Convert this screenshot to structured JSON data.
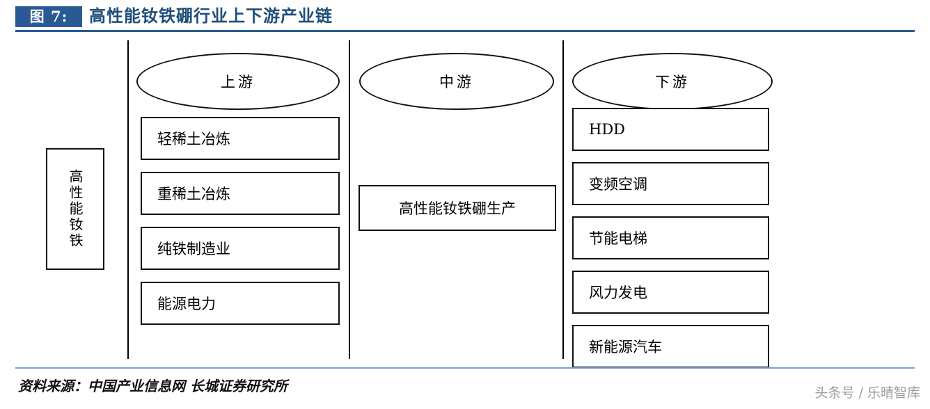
{
  "header": {
    "badge": "图 7:",
    "title": "高性能钕铁硼行业上下游产业链",
    "badge_color": "#2a5a93",
    "title_color": "#1f4e79"
  },
  "diagram": {
    "root_label": "高性能钕铁",
    "columns": [
      {
        "key": "upstream",
        "head": "上游",
        "items": [
          "轻稀土冶炼",
          "重稀土冶炼",
          "纯铁制造业",
          "能源电力"
        ]
      },
      {
        "key": "midstream",
        "head": "中游",
        "items": [
          "高性能钕铁硼生产"
        ]
      },
      {
        "key": "downstream",
        "head": "下游",
        "items": [
          "HDD",
          "变频空调",
          "节能电梯",
          "风力发电",
          "新能源汽车"
        ]
      }
    ]
  },
  "footer": {
    "source": "资料来源：中国产业信息网  长城证券研究所",
    "watermark": "头条号 / 乐晴智库"
  }
}
